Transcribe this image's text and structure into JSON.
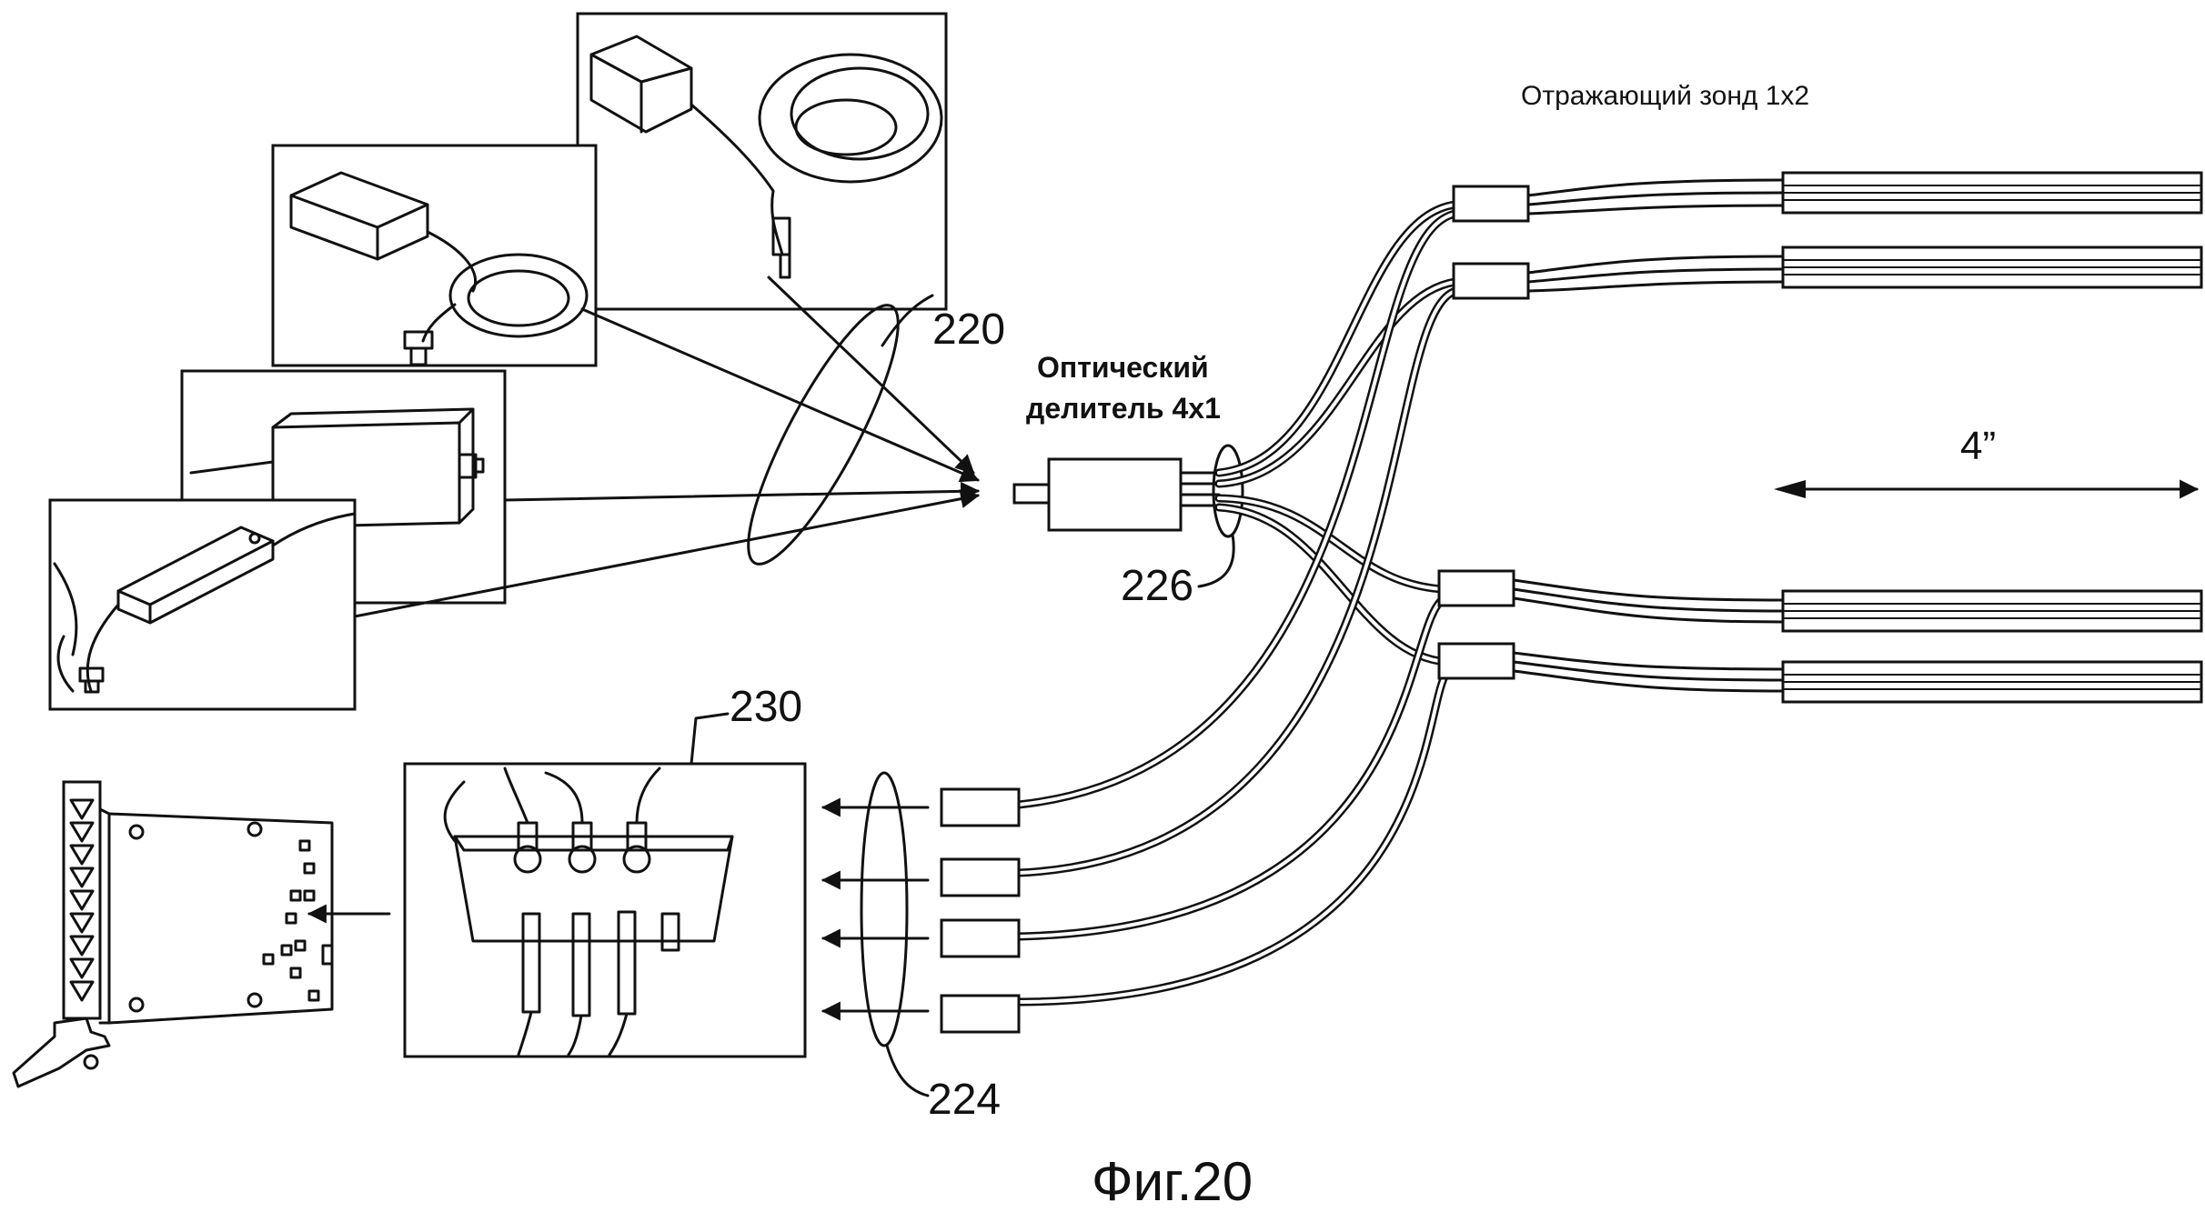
{
  "labels": {
    "probe_title": "Отражающий зонд 1x2",
    "splitter_line1": "Оптический",
    "splitter_line2": "делитель 4x1",
    "ref_220": "220",
    "ref_226": "226",
    "ref_230": "230",
    "ref_224": "224",
    "length": "4”",
    "figure_caption": "Фиг.20"
  }
}
